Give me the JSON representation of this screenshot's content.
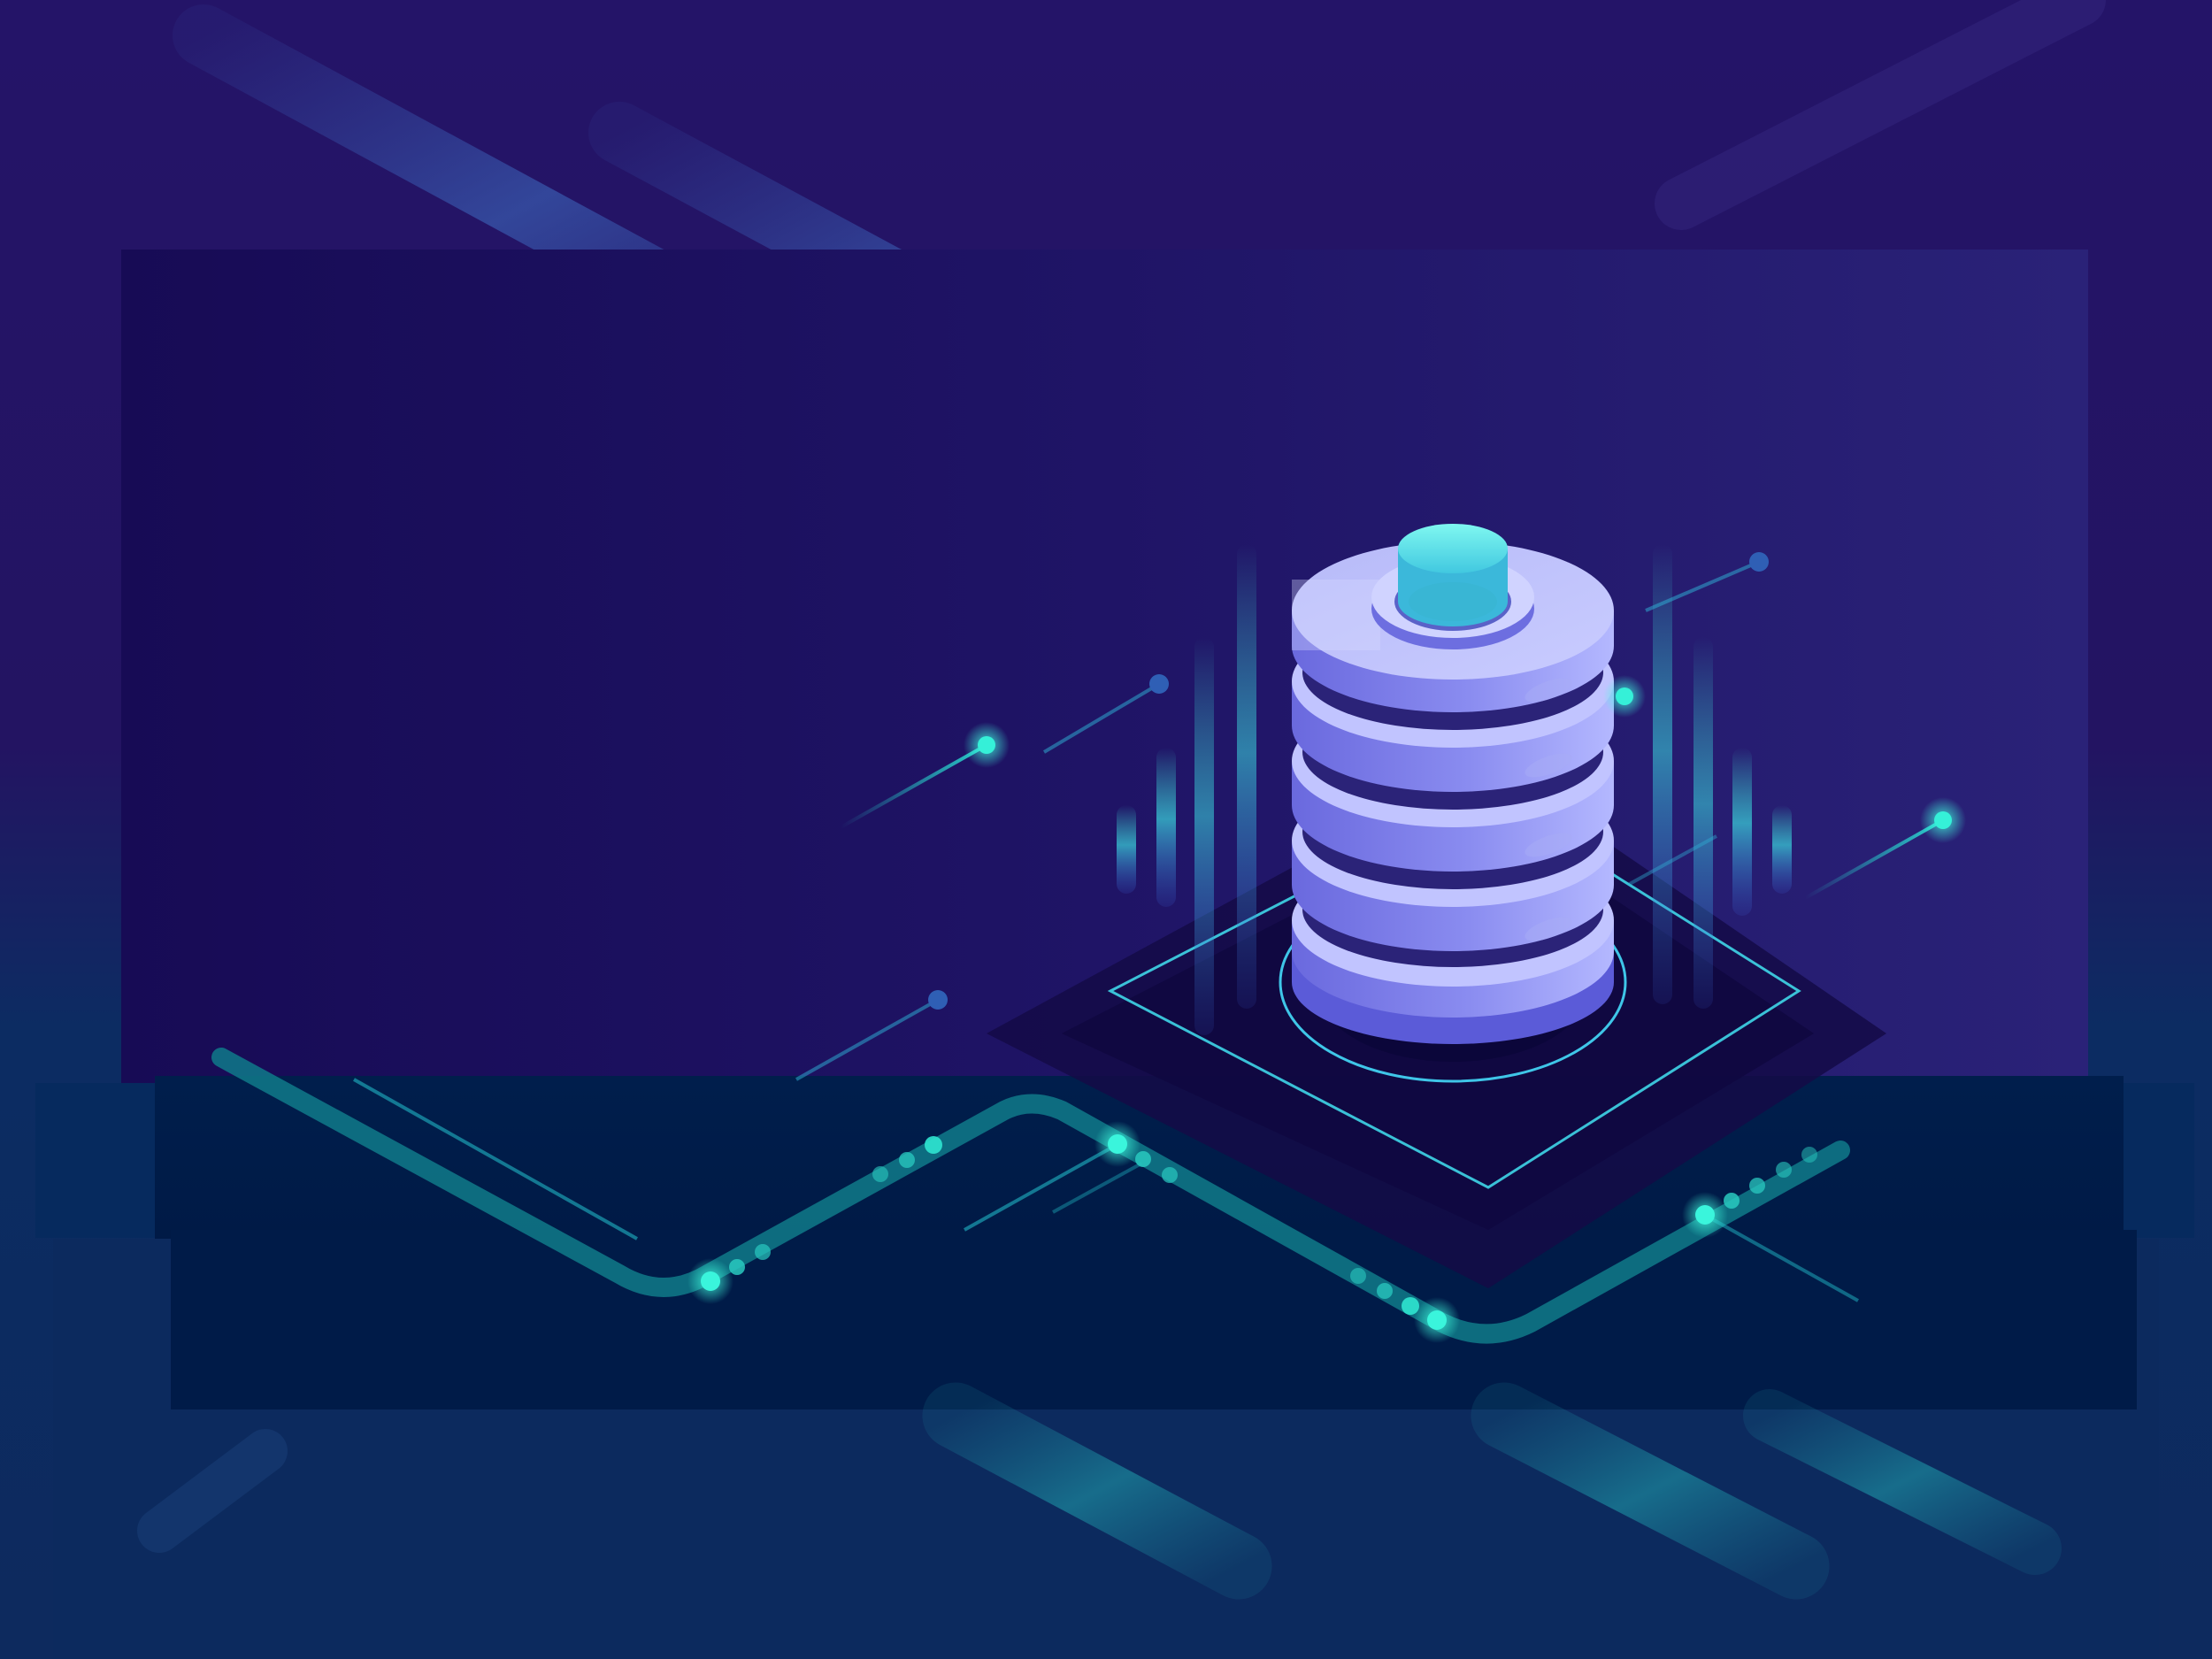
{
  "scene": {
    "subject": "server-database-stack",
    "colors": {
      "background_top": "#231264",
      "background_bottom": "#0b2a5c",
      "panel": "#1a0d58",
      "band": "#001f4e",
      "glow_cyan": "#2ef5d6",
      "disk_light": "#c2c6ff",
      "disk_mid": "#6b6be6",
      "disk_dark": "#2c2482"
    },
    "icons": [
      "database-icon",
      "circuit-trace",
      "data-node"
    ]
  }
}
